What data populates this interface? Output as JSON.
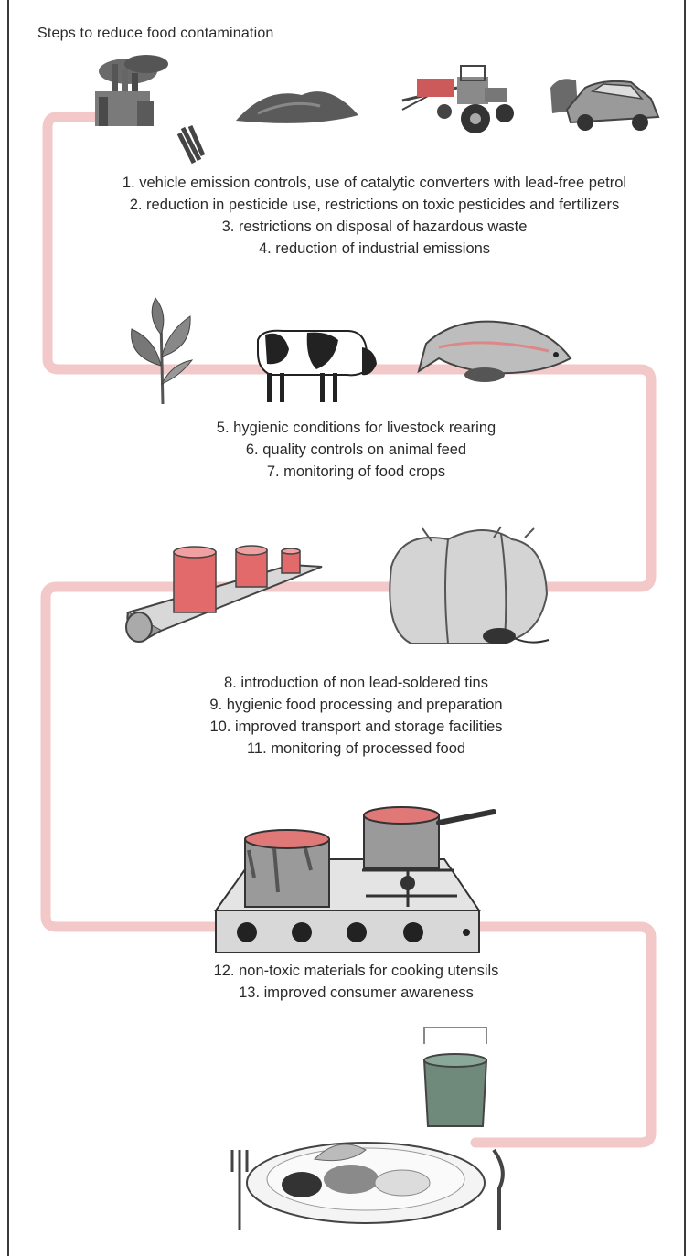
{
  "title": "Steps to reduce food contamination",
  "groups": [
    {
      "steps": [
        "1. vehicle emission controls, use of catalytic converters with lead-free petrol",
        "2. reduction in pesticide use, restrictions on toxic pesticides and fertilizers",
        "3. restrictions on disposal of hazardous waste",
        "4. reduction of industrial emissions"
      ],
      "icons": [
        "factory-icon",
        "waste-heap-icon",
        "tractor-sprayer-icon",
        "car-exhaust-icon"
      ]
    },
    {
      "steps": [
        "5. hygienic conditions for livestock rearing",
        "6. quality controls on animal feed",
        "7. monitoring of food crops"
      ],
      "icons": [
        "crop-plant-icon",
        "cow-icon",
        "fish-seafood-icon"
      ]
    },
    {
      "steps": [
        "8. introduction of non lead-soldered tins",
        "9. hygienic food processing and preparation",
        "10. improved transport and storage facilities",
        "11. monitoring of processed food"
      ],
      "icons": [
        "conveyor-tins-icon",
        "grain-sacks-rat-icon"
      ]
    },
    {
      "steps": [
        "12. non-toxic materials for cooking utensils",
        "13. improved consumer awareness"
      ],
      "icons": [
        "stove-pots-icon",
        "plate-meal-icon"
      ]
    }
  ],
  "colors": {
    "path": "#f2c8c8",
    "tin_red": "#e26a6a",
    "ink": "#2a2a2a"
  }
}
